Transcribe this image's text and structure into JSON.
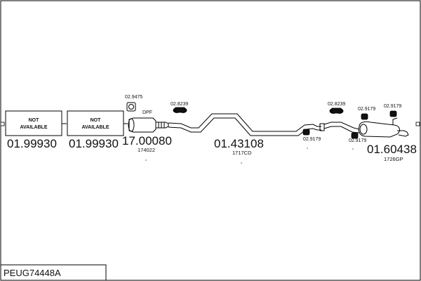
{
  "diagram": {
    "code": "PEUG74448A",
    "parts": [
      {
        "number": "01.99930",
        "box_line1": "NOT",
        "box_line2": "AVAILABLE"
      },
      {
        "number": "01.99930",
        "box_line1": "NOT",
        "box_line2": "AVAILABLE"
      },
      {
        "number": "17.00080",
        "ref": "174022",
        "tag": "DPF"
      },
      {
        "number": "01.43108",
        "ref": "1717CD"
      },
      {
        "number": "01.60438",
        "ref": "1726GP"
      }
    ],
    "fittings": [
      {
        "label": "02.9475"
      },
      {
        "label": "02.8239"
      },
      {
        "label": "02.9179"
      },
      {
        "label": "02.8239"
      },
      {
        "label": "02.9179"
      },
      {
        "label": "02.9179"
      },
      {
        "label": "02.9179"
      }
    ]
  }
}
